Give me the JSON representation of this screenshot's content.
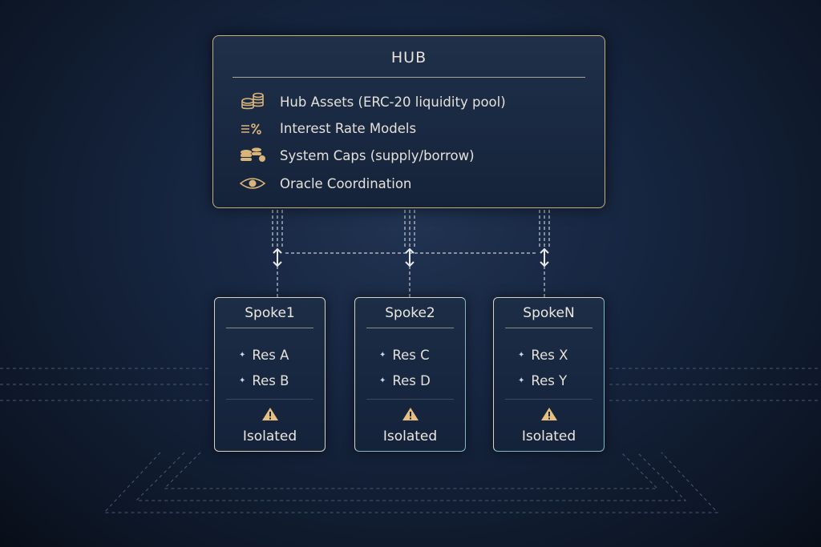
{
  "hub": {
    "title": "HUB",
    "items": [
      {
        "icon": "coins-stack-icon",
        "label": "Hub Assets (ERC-20 liquidity pool)"
      },
      {
        "icon": "interest-rate-icon",
        "label": "Interest Rate Models"
      },
      {
        "icon": "caps-coins-icon",
        "label": "System Caps (supply/borrow)"
      },
      {
        "icon": "eye-icon",
        "label": "Oracle Coordination"
      }
    ]
  },
  "spokes": [
    {
      "title": "Spoke1",
      "reserves": [
        "Res A",
        "Res B"
      ],
      "status": "Isolated"
    },
    {
      "title": "Spoke2",
      "reserves": [
        "Res C",
        "Res D"
      ],
      "status": "Isolated"
    },
    {
      "title": "SpokeN",
      "reserves": [
        "Res X",
        "Res Y"
      ],
      "status": "Isolated"
    }
  ],
  "colors": {
    "gold": "#d9b57a",
    "background": "#162540",
    "hub_border": "#c9ad7c"
  }
}
